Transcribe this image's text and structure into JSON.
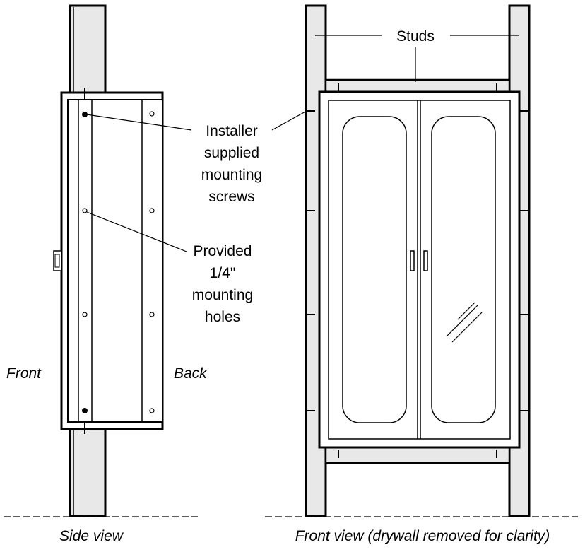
{
  "labels": {
    "studs": "Studs",
    "installer_line1": "Installer",
    "installer_line2": "supplied",
    "installer_line3": "mounting",
    "installer_line4": "screws",
    "provided_line1": "Provided",
    "provided_line2": "1/4\"",
    "provided_line3": "mounting",
    "provided_line4": "holes",
    "front": "Front",
    "back": "Back"
  },
  "captions": {
    "side_view": "Side view",
    "front_view": "Front view (drywall removed for clarity)"
  }
}
